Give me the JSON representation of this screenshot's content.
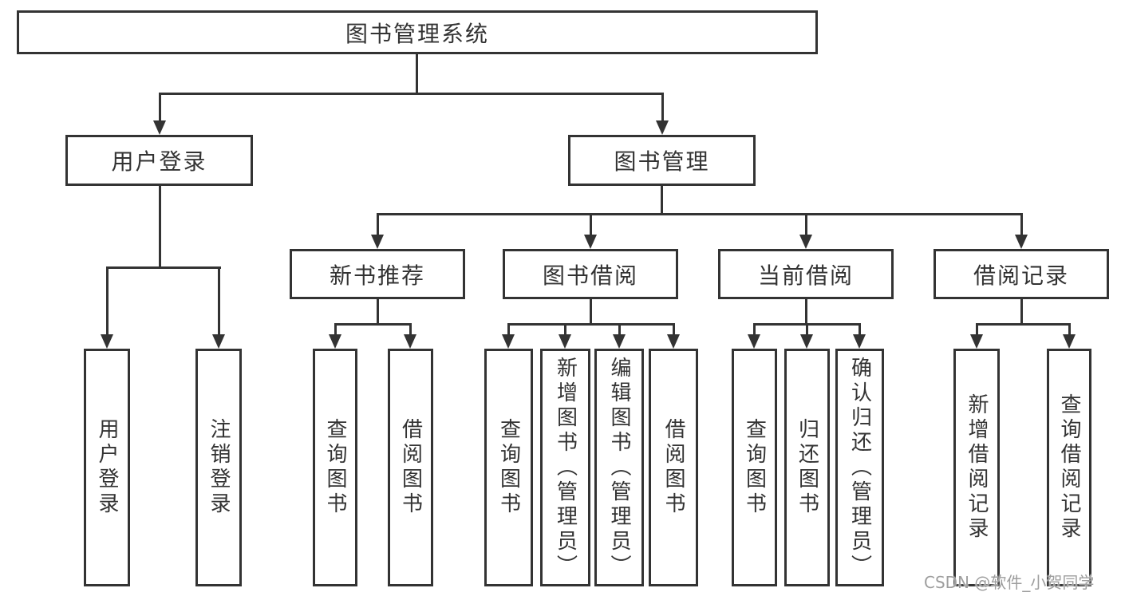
{
  "diagram": {
    "type": "hierarchy-chart",
    "colors": {
      "line": "#333333",
      "text": "#333333",
      "watermark": "#9e9e9e",
      "background": "#ffffff"
    },
    "tree": {
      "label": "图书管理系统",
      "children": [
        {
          "label": "用户登录",
          "children": [
            {
              "label": "用户登录"
            },
            {
              "label": "注销登录"
            }
          ]
        },
        {
          "label": "图书管理",
          "children": [
            {
              "label": "新书推荐",
              "children": [
                {
                  "label": "查询图书"
                },
                {
                  "label": "借阅图书"
                }
              ]
            },
            {
              "label": "图书借阅",
              "children": [
                {
                  "label": "查询图书"
                },
                {
                  "label": "新增图书（管理员）"
                },
                {
                  "label": "编辑图书（管理员）"
                },
                {
                  "label": "借阅图书"
                }
              ]
            },
            {
              "label": "当前借阅",
              "children": [
                {
                  "label": "查询图书"
                },
                {
                  "label": "归还图书"
                },
                {
                  "label": "确认归还（管理员）"
                }
              ]
            },
            {
              "label": "借阅记录",
              "children": [
                {
                  "label": "新增借阅记录"
                },
                {
                  "label": "查询借阅记录"
                }
              ]
            }
          ]
        }
      ]
    },
    "watermark": "CSDN @软件_小贺同学"
  }
}
